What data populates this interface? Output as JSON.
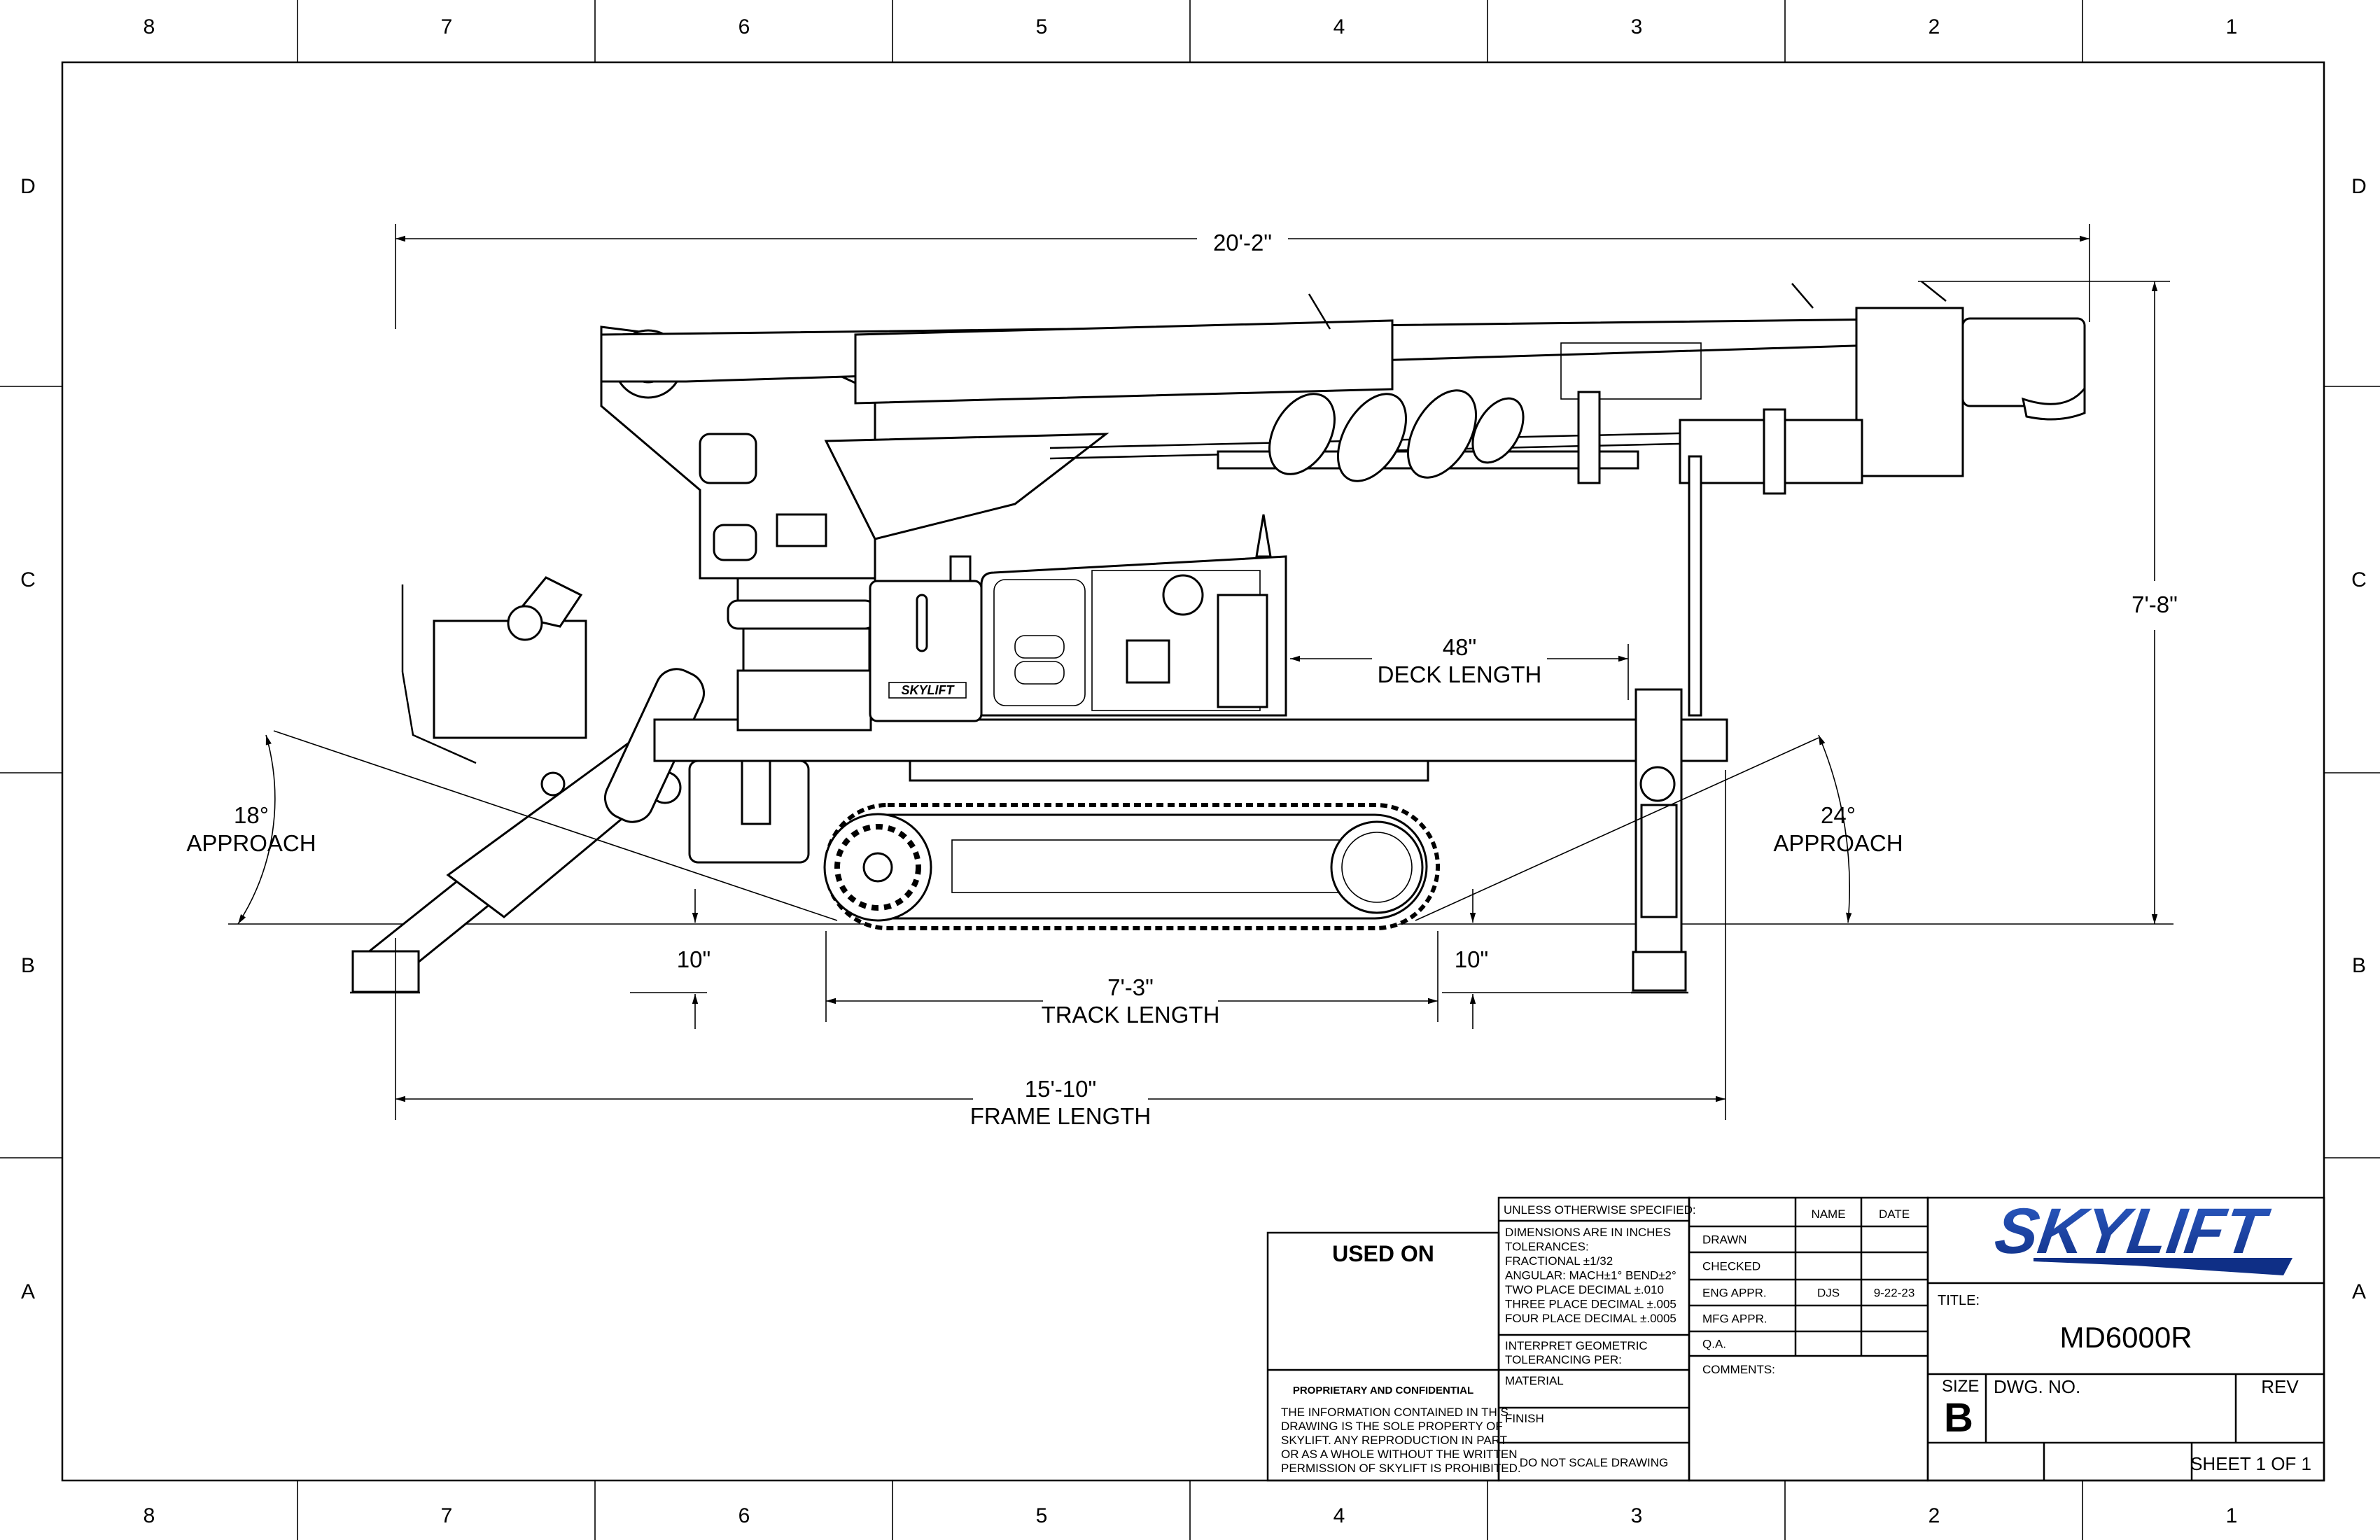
{
  "border": {
    "columns": [
      "8",
      "7",
      "6",
      "5",
      "4",
      "3",
      "2",
      "1"
    ],
    "rows": [
      "D",
      "C",
      "B",
      "A"
    ]
  },
  "dimensions": {
    "overall_length": "20'-2\"",
    "overall_height": "7'-8\"",
    "deck": {
      "value": "48\"",
      "label": "DECK LENGTH"
    },
    "track": {
      "value": "7'-3\"",
      "label": "TRACK LENGTH"
    },
    "frame": {
      "value": "15'-10\"",
      "label": "FRAME LENGTH"
    },
    "clearance_rear": "10\"",
    "clearance_front": "10\"",
    "approach_rear": {
      "angle": "18°",
      "label": "APPROACH"
    },
    "approach_front": {
      "angle": "24°",
      "label": "APPROACH"
    }
  },
  "machine": {
    "decal": "SKYLIFT"
  },
  "title_block": {
    "used_on": "USED ON",
    "unless": "UNLESS OTHERWISE SPECIFIED:",
    "tolerances": [
      "DIMENSIONS ARE IN INCHES",
      "TOLERANCES:",
      "FRACTIONAL ±1/32",
      "ANGULAR: MACH±1°  BEND±2°",
      "TWO PLACE DECIMAL    ±.010",
      "THREE PLACE DECIMAL  ±.005",
      "FOUR PLACE DECIMAL   ±.0005"
    ],
    "interpret": [
      "INTERPRET GEOMETRIC",
      "TOLERANCING PER:"
    ],
    "material": "MATERIAL",
    "finish": "FINISH",
    "do_not_scale": "DO NOT SCALE DRAWING",
    "proprietary_title": "PROPRIETARY AND CONFIDENTIAL",
    "proprietary_text": [
      "THE INFORMATION CONTAINED IN THIS",
      "DRAWING IS THE SOLE PROPERTY OF",
      "SKYLIFT.  ANY REPRODUCTION IN PART",
      "OR AS A WHOLE WITHOUT THE WRITTEN",
      "PERMISSION OF SKYLIFT IS PROHIBITED."
    ],
    "headers": {
      "name": "NAME",
      "date": "DATE"
    },
    "approvals": [
      {
        "role": "DRAWN",
        "name": "",
        "date": ""
      },
      {
        "role": "CHECKED",
        "name": "",
        "date": ""
      },
      {
        "role": "ENG APPR.",
        "name": "DJS",
        "date": "9-22-23"
      },
      {
        "role": "MFG APPR.",
        "name": "",
        "date": ""
      },
      {
        "role": "Q.A.",
        "name": "",
        "date": ""
      }
    ],
    "comments": "COMMENTS:",
    "logo": "SKYLIFT",
    "title_label": "TITLE:",
    "title": "MD6000R",
    "size_label": "SIZE",
    "size": "B",
    "dwg_no_label": "DWG.  NO.",
    "rev_label": "REV",
    "sheet": "SHEET 1 OF 1",
    "colors": {
      "logo_blue": "#1a3d9c"
    }
  }
}
